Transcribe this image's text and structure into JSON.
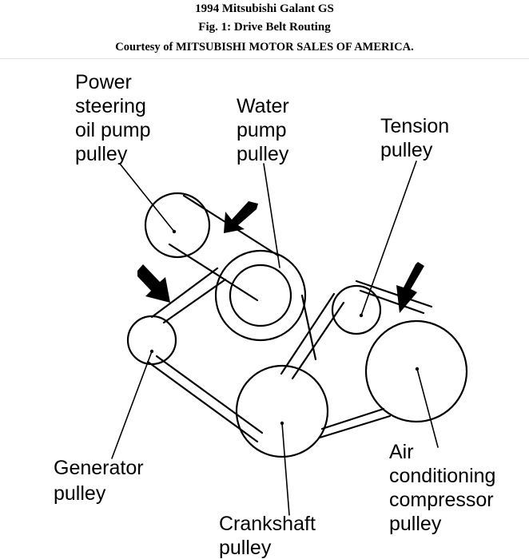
{
  "header": {
    "title": "1994 Mitsubishi Galant GS",
    "figure": "Fig. 1: Drive Belt Routing",
    "credit": "Courtesy of MITSUBISHI MOTOR SALES OF AMERICA."
  },
  "diagram": {
    "labels": {
      "power_steering": [
        "Power",
        "steering",
        "oil pump",
        "pulley"
      ],
      "water_pump": [
        "Water",
        "pump",
        "pulley"
      ],
      "tension": [
        "Tension",
        "pulley"
      ],
      "generator": [
        "Generator",
        "pulley"
      ],
      "crankshaft": [
        "Crankshaft",
        "pulley"
      ],
      "air_conditioning": [
        "Air",
        "conditioning",
        "compressor",
        "pulley"
      ]
    },
    "arrow_icon": "bold-arrow-icon",
    "line_color": "#000000"
  }
}
